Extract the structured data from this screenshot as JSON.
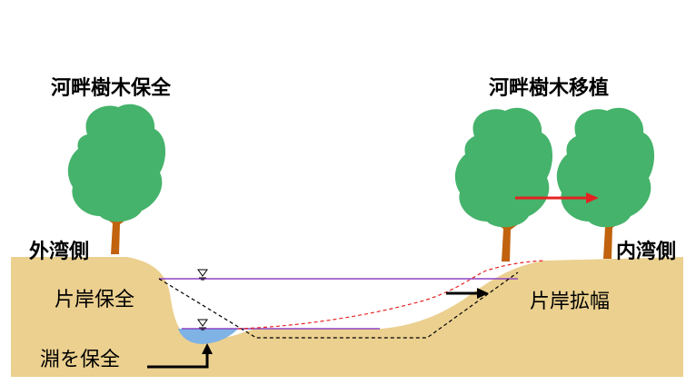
{
  "labels": {
    "left_tree_title": "河畔樹木保全",
    "right_tree_title": "河畔樹木移植",
    "outer_bank": "外湾側",
    "inner_bank": "内湾側",
    "left_bank_action": "片岸保全",
    "right_bank_action": "片岸拡幅",
    "pool_action": "淵を保全"
  },
  "colors": {
    "ground": "#EBD08F",
    "tree_foliage": "#45B36B",
    "tree_trunk": "#C0620E",
    "water": "#7FB2E5",
    "water_level_line": "#8E44C4",
    "transplant_arrow": "#E52222",
    "widened_profile_line": "#E52222",
    "original_profile_line": "#000000"
  },
  "icons": {
    "water_level_mark": "inverted-triangle-water-level-symbol"
  }
}
